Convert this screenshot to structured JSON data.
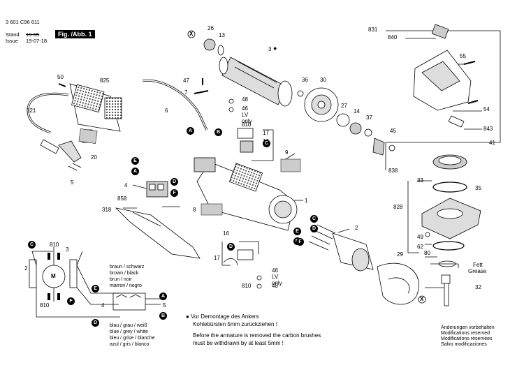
{
  "header": {
    "part_number": "3 601 C96 611",
    "stand_label": "Stand",
    "stand_value": "19-05",
    "issue_label": "Issue",
    "issue_value": "19-07-18",
    "figure_label": "Fig. /Abb. 1"
  },
  "callouts": {
    "c831": "831",
    "c840": "840",
    "c55": "55",
    "c54": "54",
    "c843": "843",
    "c41": "41",
    "c838": "838",
    "c33": "33",
    "c35": "35",
    "c828": "828",
    "c49": "49",
    "c62": "62",
    "c80": "80",
    "c32": "32",
    "c29": "29",
    "c2": "2",
    "c1": "1",
    "c9": "9",
    "c16a": "16",
    "c17a": "17",
    "c810a": "810",
    "c48a": "48",
    "c46a": "46",
    "c3": "3",
    "c26": "26",
    "c13": "13",
    "c30": "30",
    "c36": "36",
    "c27": "27",
    "c14": "14",
    "c37": "37",
    "c45": "45",
    "c47": "47",
    "c7": "7",
    "c6": "6",
    "c50": "50",
    "c825": "825",
    "c321": "321",
    "c20": "20",
    "c5": "5",
    "c4": "4",
    "c858": "858",
    "c8": "8",
    "c318": "318",
    "c16b": "16",
    "c17b": "17",
    "c46b": "46",
    "c810b": "810",
    "c48b": "48"
  },
  "lv_only_1": "LV only",
  "lv_only_2": "LV only",
  "fett_grease": [
    "Fett",
    "Grease"
  ],
  "markers": {
    "A": "A",
    "B": "B",
    "C": "C",
    "D": "D",
    "E": "E",
    "F": "F",
    "X": "X"
  },
  "wiring": {
    "colors": [
      "braun   / schwarz",
      "brown   / black",
      "brun     / noir",
      "marron / negro"
    ],
    "colors2": [
      "blau / grau / weiß",
      "blue / grey / white",
      "bleu / grise / blanche",
      "azul / gris / blanco"
    ],
    "labels": {
      "m": "M",
      "c810t": "810",
      "c810b": "810",
      "c3": "3",
      "c2": "2",
      "c4": "4",
      "c5": "5"
    }
  },
  "note": {
    "bullet": "●",
    "line1": "Vor Demontage des Ankers",
    "line2": "Kohlebürsten 5mm zurückziehen !",
    "line3": "Before the armature is removed the carbon brushes",
    "line4": "must be withdrawn by at least 5mm !"
  },
  "footer": [
    "Änderungen vorbehalten",
    "Modifications reserved",
    "Modifications réservées",
    "Salvo modificaciones"
  ]
}
